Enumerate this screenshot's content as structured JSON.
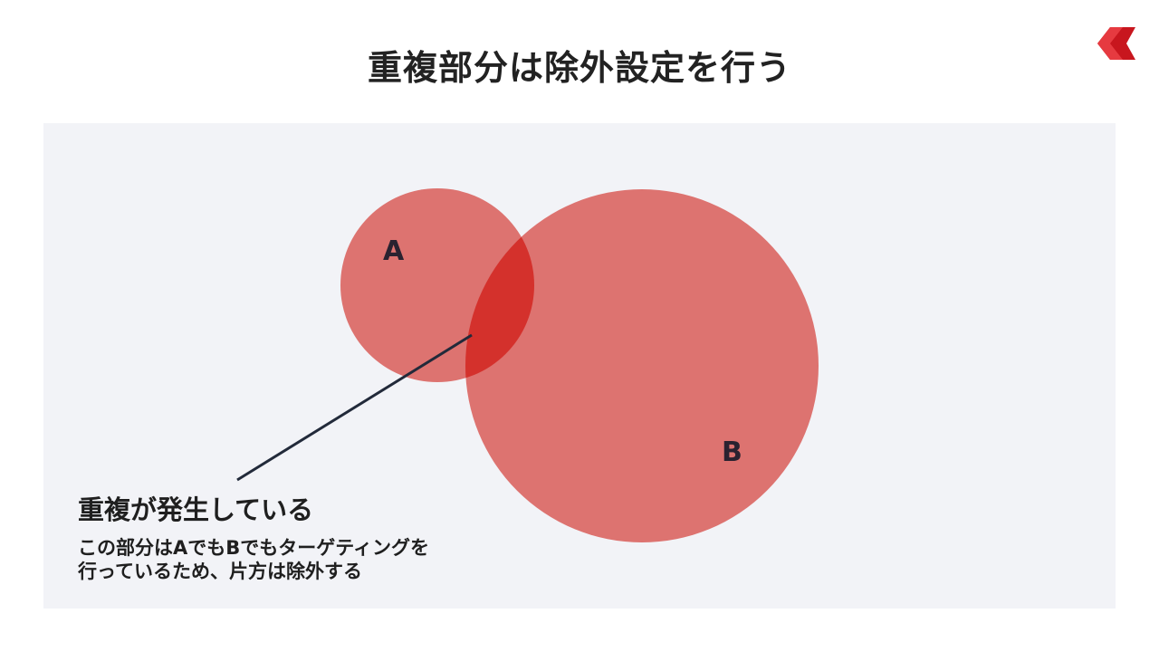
{
  "slide": {
    "title": "重複部分は除外設定を行う"
  },
  "diagram": {
    "type": "venn",
    "sets": [
      {
        "label": "A"
      },
      {
        "label": "B"
      }
    ],
    "callout": {
      "heading": "重複が発生している",
      "body_lines": [
        "この部分はAでもBでもターゲティングを",
        "行っているため、片方は除外する"
      ]
    }
  },
  "colors": {
    "circle_fill": "#dd7370",
    "overlap_fill": "#d4312c",
    "panel_background": "#f2f3f7",
    "pointer_line": "#222a3a",
    "logo": "#c8161e"
  },
  "icons": {
    "logo": "brand-logo-icon"
  }
}
